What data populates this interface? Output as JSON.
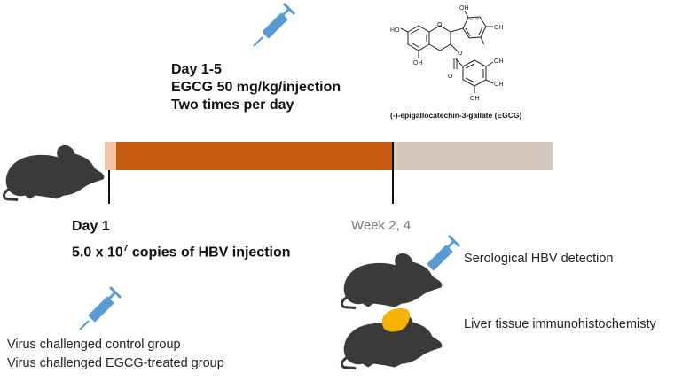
{
  "treatment": {
    "day_label": "Day 1-5",
    "dose": "EGCG 50 mg/kg/injection",
    "frequency": "Two times per day"
  },
  "compound": {
    "caption": "(-)-epigallocatechin-3-gallate (EGCG)",
    "atoms": [
      "HO",
      "OH",
      "OH",
      "OH",
      "O",
      "O",
      "O",
      "OH",
      "OH",
      "OH"
    ]
  },
  "infection": {
    "day_label": "Day 1",
    "dose_prefix": "5.0 x 10",
    "dose_exponent": "7",
    "dose_suffix": " copies of HBV injection"
  },
  "timepoint": {
    "label": "Week 2, 4"
  },
  "readouts": [
    {
      "label": "Serological HBV detection"
    },
    {
      "label": "Liver tissue immunohistochemisty"
    }
  ],
  "groups": [
    {
      "label": "Virus challenged control group"
    },
    {
      "label": "Virus challenged EGCG-treated group"
    }
  ],
  "timeline": {
    "segment_colors": {
      "infection": "#f5c4a4",
      "treatment": "#c55a11",
      "followup": "#d6c8be"
    }
  },
  "colors": {
    "mouse": "#3a3a3a",
    "syringe": "#5b9bd5",
    "liver": "#f3b300"
  },
  "icons": [
    "mouse-icon",
    "syringe-icon",
    "liver-icon",
    "egcg-structure-icon"
  ]
}
